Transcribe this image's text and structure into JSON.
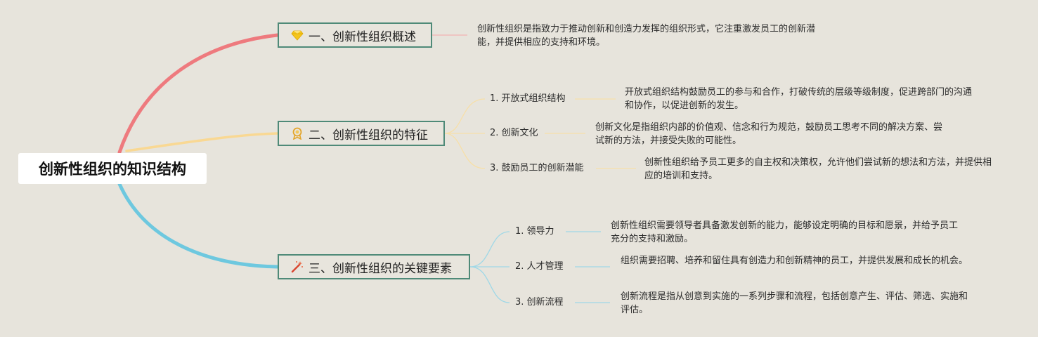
{
  "root": {
    "title": "创新性组织的知识结构"
  },
  "branches": [
    {
      "label": "一、创新性组织概述",
      "icon": "diamond-icon",
      "color": "#ee7a7e",
      "desc": "创新性组织是指致力于推动创新和创造力发挥的组织形式，它注重激发员工的创新潜能，并提供相应的支持和环境。"
    },
    {
      "label": "二、创新性组织的特征",
      "icon": "medal-icon",
      "color": "#f9d893",
      "children": [
        {
          "label": "1. 开放式组织结构",
          "desc": "开放式组织结构鼓励员工的参与和合作，打破传统的层级等级制度，促进跨部门的沟通和协作，以促进创新的发生。"
        },
        {
          "label": "2. 创新文化",
          "desc": "创新文化是指组织内部的价值观、信念和行为规范，鼓励员工思考不同的解决方案、尝试新的方法，并接受失败的可能性。"
        },
        {
          "label": "3. 鼓励员工的创新潜能",
          "desc": "创新性组织给予员工更多的自主权和决策权，允许他们尝试新的想法和方法，并提供相应的培训和支持。"
        }
      ]
    },
    {
      "label": "三、创新性组织的关键要素",
      "icon": "magic-wand-icon",
      "color": "#6ec8df",
      "children": [
        {
          "label": "1. 领导力",
          "desc": "创新性组织需要领导者具备激发创新的能力，能够设定明确的目标和愿景，并给予员工充分的支持和激励。"
        },
        {
          "label": "2. 人才管理",
          "desc": "组织需要招聘、培养和留住具有创造力和创新精神的员工，并提供发展和成长的机会。"
        },
        {
          "label": "3. 创新流程",
          "desc": "创新流程是指从创意到实施的一系列步骤和流程，包括创意产生、评估、筛选、实施和评估。"
        }
      ]
    }
  ]
}
